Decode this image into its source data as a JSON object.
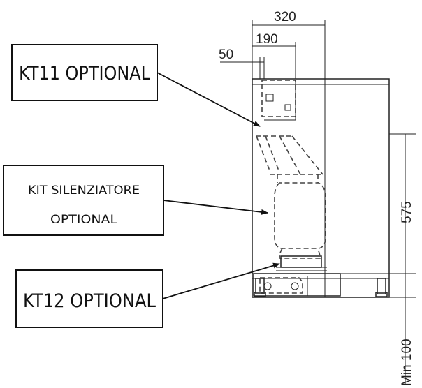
{
  "labels": {
    "kt11": "KT11 OPTIONAL",
    "kit_line1": "KIT SILENZIATORE",
    "kit_line2": "OPTIONAL",
    "kt12": "KT12 OPTIONAL"
  },
  "dimensions": {
    "d320": "320",
    "d190": "190",
    "d50": "50",
    "d575": "575",
    "min100": "Min  100"
  },
  "colors": {
    "line": "#222222",
    "dash": "#444444",
    "background": "#ffffff"
  }
}
